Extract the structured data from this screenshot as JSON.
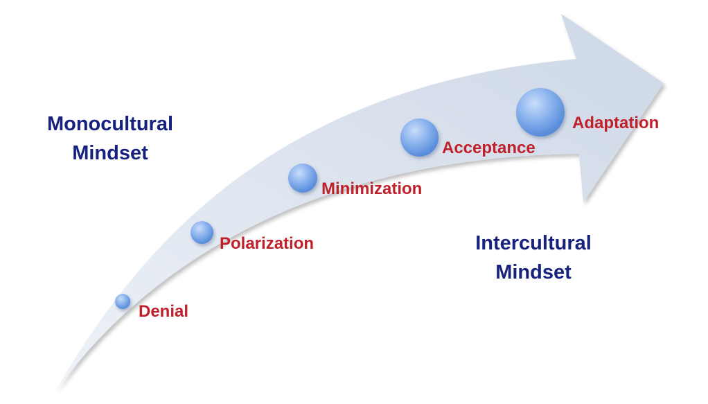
{
  "mindsets": {
    "monocultural": {
      "line1": "Monocultural",
      "line2": "Mindset"
    },
    "intercultural": {
      "line1": "Intercultural",
      "line2": "Mindset"
    }
  },
  "stages": [
    {
      "label": "Denial"
    },
    {
      "label": "Polarization"
    },
    {
      "label": "Minimization"
    },
    {
      "label": "Acceptance"
    },
    {
      "label": "Adaptation"
    }
  ],
  "colors": {
    "mindset_text": "#17227f",
    "stage_text": "#c0202a",
    "arrow_fill": "#d6deeb",
    "sphere": "#5b8fdc"
  }
}
